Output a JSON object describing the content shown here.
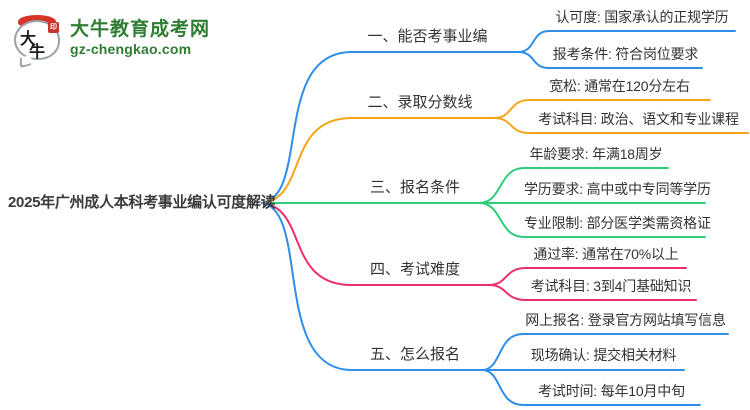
{
  "logo": {
    "icon_char_top": "大",
    "icon_char_bottom": "牛",
    "seal_char": "印",
    "site_name": "大牛教育成考网",
    "site_url": "gz-chengkao.com"
  },
  "colors": {
    "blue": "#2E8EE8",
    "orange": "#F7A41D",
    "green": "#2ECC7B",
    "pink": "#EE2D6E",
    "brand_green": "#2E7D32",
    "brand_red": "#D63426"
  },
  "root": {
    "title": "2025年广州成人本科考事业编认可度解读"
  },
  "branches": [
    {
      "label": "一、能否考事业编",
      "color": "#2E8EE8",
      "children": [
        {
          "text": "认可度: 国家承认的正规学历"
        },
        {
          "text": "报考条件: 符合岗位要求"
        }
      ]
    },
    {
      "label": "二、录取分数线",
      "color": "#F7A41D",
      "children": [
        {
          "text": "宽松: 通常在120分左右"
        },
        {
          "text": "考试科目: 政治、语文和专业课程"
        }
      ]
    },
    {
      "label": "三、报名条件",
      "color": "#2ECC7B",
      "children": [
        {
          "text": "年龄要求: 年满18周岁"
        },
        {
          "text": "学历要求: 高中或中专同等学历"
        },
        {
          "text": "专业限制: 部分医学类需资格证"
        }
      ]
    },
    {
      "label": "四、考试难度",
      "color": "#EE2D6E",
      "children": [
        {
          "text": "通过率: 通常在70%以上"
        },
        {
          "text": "考试科目: 3到4门基础知识"
        }
      ]
    },
    {
      "label": "五、怎么报名",
      "color": "#2E8EE8",
      "children": [
        {
          "text": "网上报名: 登录官方网站填写信息"
        },
        {
          "text": "现场确认: 提交相关材料"
        },
        {
          "text": "考试时间: 每年10月中旬"
        }
      ]
    }
  ]
}
